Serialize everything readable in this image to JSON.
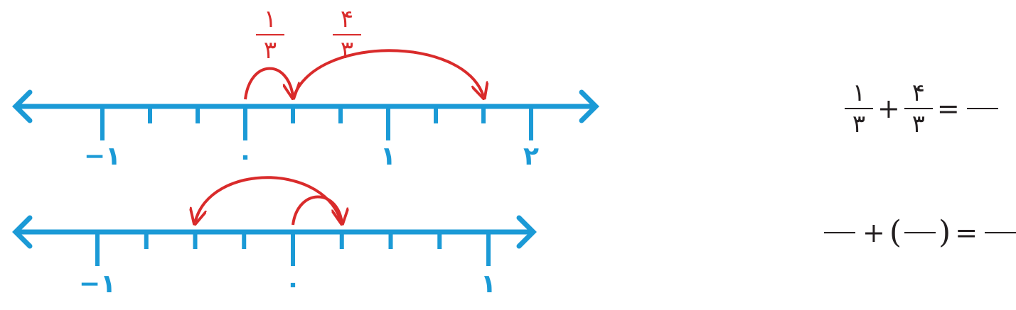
{
  "colors": {
    "axis": "#1b9ad6",
    "jump": "#d92b2b",
    "text": "#231f20"
  },
  "number_lines": [
    {
      "id": "top",
      "min": -1,
      "max": 2,
      "denominator": 3,
      "labels": [
        {
          "value": -1,
          "text": "−١"
        },
        {
          "value": 0,
          "text": "٠"
        },
        {
          "value": 1,
          "text": "١"
        },
        {
          "value": 2,
          "text": "٢"
        }
      ],
      "jumps": [
        {
          "from": 0,
          "to": 0.3333
        },
        {
          "from": 0.3333,
          "to": 1.6667
        }
      ],
      "jump_labels": [
        {
          "numerator": "١",
          "denominator": "٣"
        },
        {
          "numerator": "۴",
          "denominator": "٣"
        }
      ]
    },
    {
      "id": "bottom",
      "min": -1,
      "max": 1,
      "denominator": 4,
      "labels": [
        {
          "value": -1,
          "text": "−١"
        },
        {
          "value": 0,
          "text": "٠"
        },
        {
          "value": 1,
          "text": "١"
        }
      ],
      "jumps": [
        {
          "from": 0,
          "to": 0.25
        },
        {
          "from": 0.25,
          "to": -0.5
        }
      ],
      "jump_labels": []
    }
  ],
  "equations": {
    "top": {
      "a_num": "١",
      "a_den": "٣",
      "plus": "+",
      "b_num": "۴",
      "b_den": "٣",
      "equals": "="
    },
    "bottom": {
      "plus": "+",
      "open": "(",
      "close": ")",
      "equals": "="
    }
  }
}
